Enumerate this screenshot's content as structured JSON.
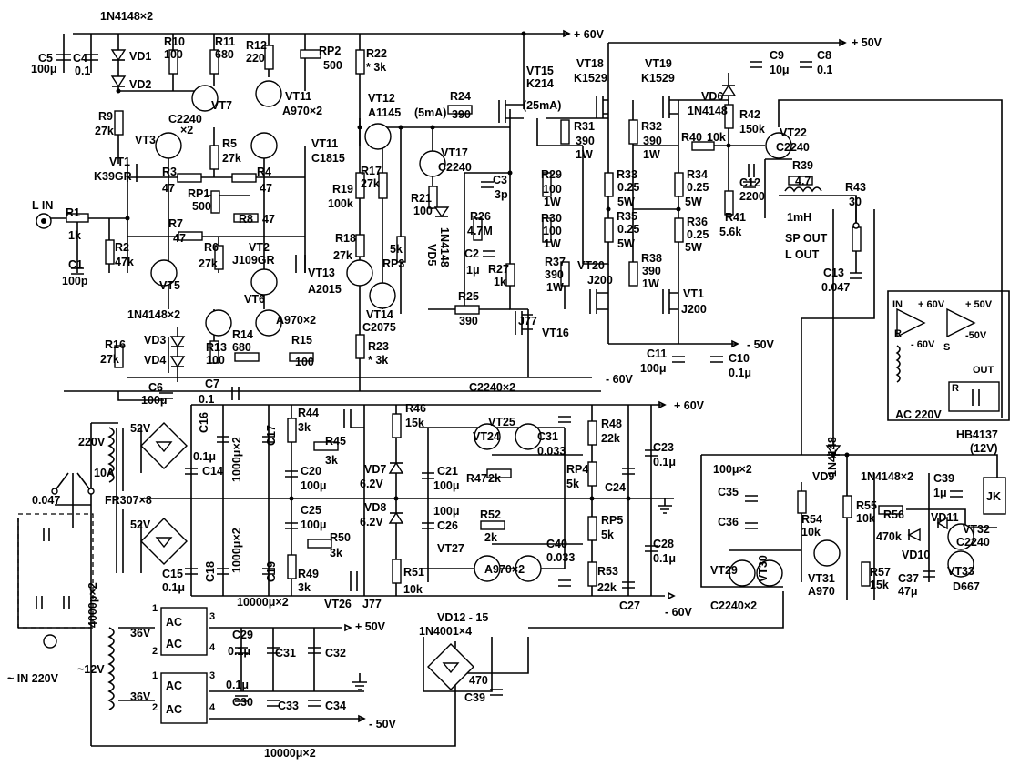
{
  "labels": {
    "d1n4148x2_top": "1N4148×2",
    "c5": "C5",
    "c5v": "100μ",
    "c4": "C4",
    "c4v": "0.1",
    "vd1": "VD1",
    "vd2": "VD2",
    "r10": "R10",
    "r10v": "100",
    "r11": "R11",
    "r11v": "680",
    "r12": "R12",
    "r12v": "220",
    "rp2": "RP2",
    "rp2v": "500",
    "r22": "R22",
    "r22v": "* 3k",
    "vt7": "VT7",
    "vt11": "VT11",
    "vt11v": "A970×2",
    "c2240x2": "C2240",
    "x2": "×2",
    "r9": "R9",
    "r9v": "27k",
    "vt3": "VT3",
    "vt1": "VT1",
    "vt1v": "K39GR",
    "r5": "R5",
    "r5v": "27k",
    "r3": "R3",
    "r3v": "47",
    "r4": "R4",
    "r4v": "47",
    "rp1": "RP1",
    "rp1v": "500",
    "lin": "L IN",
    "r1": "R1",
    "r1v": "1k",
    "r7": "R7",
    "r7v": "47",
    "r8": "R8",
    "r8v": "47",
    "r2": "R2",
    "r2v": "47k",
    "r6": "R6",
    "r6v": "27k",
    "vt2": "VT2",
    "vt2v": "J109GR",
    "c1": "C1",
    "c1v": "100p",
    "vt5": "VT5",
    "vt6": "VT6",
    "a970x2_l": "A970×2",
    "d1n4148x2_l": "1N4148×2",
    "r16": "R16",
    "r16v": "27k",
    "vd3": "VD3",
    "vd4": "VD4",
    "r13": "R13",
    "r13v": "100",
    "r14": "R14",
    "r14v": "680",
    "r15": "R15",
    "r15v": "100",
    "c6": "C6",
    "c6v": "100μ",
    "c7": "C7",
    "c7v": "0.1",
    "vt12": "VT12",
    "vt12v": "A1145",
    "ma5": "(5mA)",
    "vt11b": "VT11",
    "c1815": "C1815",
    "r19": "R19",
    "r19v": "100k",
    "r17": "R17",
    "r17v": "27k",
    "r18": "R18",
    "r18v": "27k",
    "vt13": "VT13",
    "vt13v": "A2015",
    "vt14": "VT14",
    "vt14v": "C2075",
    "r23": "R23",
    "r23v": "* 3k",
    "r24": "R24",
    "r24v": "390",
    "vt17": "VT17",
    "vt17v": "C2240",
    "r21": "R21",
    "r21v": "100",
    "k5": "5k",
    "rp3": "RP3",
    "vd5": "VD5",
    "d1n4148": "1N4148",
    "c3": "C3",
    "c3v": "3p",
    "r26": "R26",
    "r26v": "4.7M",
    "c2": "C2",
    "c2v": "1μ",
    "r27": "R27",
    "r27v": "1k",
    "r25": "R25",
    "r25v": "390",
    "vt16": "VT16",
    "j77": "J77",
    "vt15": "VT15",
    "k214": "K214",
    "ma25": "(25mA)",
    "p60v": "+ 60V",
    "vt18": "VT18",
    "k1529a": "K1529",
    "vt19": "VT19",
    "k1529b": "K1529",
    "r31": "R31",
    "r31v": "390",
    "r31w": "1W",
    "r32": "R32",
    "r32v": "390",
    "r32w": "1W",
    "r29": "R29",
    "r29v": "100",
    "r29w": "1W",
    "r30": "R30",
    "r30v": "100",
    "r30w": "1W",
    "r33": "R33",
    "r33v": "0.25",
    "r33w": "5W",
    "r35": "R35",
    "r35v": "0.25",
    "r35w": "5W",
    "r34": "R34",
    "r34v": "0.25",
    "r34w": "5W",
    "r36": "R36",
    "r36v": "0.25",
    "r36w": "5W",
    "r37": "R37",
    "r37v": "390",
    "r37w": "1W",
    "r38": "R38",
    "r38v": "390",
    "r38w": "1W",
    "vt20": "VT20",
    "j200a": "J200",
    "vtj": "VT1",
    "j200b": "J200",
    "c11": "C11",
    "c11v": "100μ",
    "c10": "C10",
    "c10v": "0.1μ",
    "m50v": "- 50V",
    "p50v": "+ 50V",
    "c9": "C9",
    "c9v": "10μ",
    "c8": "C8",
    "c8v": "0.1",
    "vd6": "VD6",
    "vd6v": "1N4148",
    "r42": "R42",
    "r42v": "150k",
    "r40": "R40",
    "r40v": "10k",
    "vt22": "VT22",
    "vt22v": "C2240",
    "r39": "R39",
    "r39v": "4.7",
    "c12": "C12",
    "c12v": "2200",
    "r43": "R43",
    "r43v": "30",
    "r41": "R41",
    "r41v": "5.6k",
    "mh1": "1mH",
    "spout": "SP OUT",
    "lout": "L OUT",
    "c13": "C13",
    "c13v": "0.047",
    "m60v": "- 60V",
    "c2240x2_mid": "C2240×2",
    "v52a": "52V",
    "v52b": "52V",
    "v220": "220V",
    "a10": "10A",
    "c047": "0.047",
    "fr307": "FR307×8",
    "c16": "C16",
    "c17": "C17",
    "c14": "C14",
    "c14v": "0.1μ",
    "u1000x2a": "1000μ×2",
    "c15": "C15",
    "c15v": "0.1μ",
    "c18": "C18",
    "c19": "C19",
    "u1000x2b": "1000μ×2",
    "r44": "R44",
    "r44v": "3k",
    "r45": "R45",
    "r45v": "3k",
    "c20": "C20",
    "c20v": "100μ",
    "c25": "C25",
    "c25v": "100μ",
    "r50": "R50",
    "r50v": "3k",
    "r49": "R49",
    "r49v": "3k",
    "vt26": "VT26",
    "j77b": "J77",
    "u10000x2a": "10000μ×2",
    "r46": "R46",
    "r46v": "15k",
    "vd7": "VD7",
    "vd7v": "6.2V",
    "vd8": "VD8",
    "vd8v": "6.2V",
    "c21": "C21",
    "c21v": "100μ",
    "c26": "C26",
    "c26v": "100μ",
    "r51": "R51",
    "r51v": "10k",
    "vt25": "VT25",
    "vt24": "VT24",
    "c31": "C31",
    "c31v": "0.033",
    "r47": "R47",
    "r47v": "2k",
    "r52": "R52",
    "r52v": "2k",
    "vt27": "VT27",
    "a970x2_m": "A970×2",
    "c40": "C40",
    "c40v": "0.033",
    "r48": "R48",
    "r48v": "22k",
    "rp4": "RP4",
    "rp4v": "5k",
    "rp5": "RP5",
    "rp5v": "5k",
    "r53": "R53",
    "r53v": "22k",
    "c23": "C23",
    "c23v": "0.1μ",
    "c24": "C24",
    "c28": "C28",
    "c28v": "0.1μ",
    "c27": "C27",
    "p60v_b": "+ 60V",
    "m60v_b": "- 60V",
    "vd1215": "VD12 - 15",
    "n4001": "1N4001×4",
    "c470": "470",
    "c39b": "C39",
    "v36a": "36V",
    "v36b": "36V",
    "ac1": "AC",
    "ac2": "AC",
    "ac3": "AC",
    "ac4": "AC",
    "c29": "C29",
    "c29v": "0.1μ",
    "c31b": "C31",
    "c32": "C32",
    "c30": "C30",
    "c30v": "0.1μ",
    "c33": "C33",
    "c34": "C34",
    "p50v_b": "+ 50V",
    "m50v_b": "- 50V",
    "u10000x2b": "10000μ×2",
    "m12v": "~12V",
    "in220": "~ IN 220V",
    "c4000": "4000p×2",
    "hb4137": "HB4137",
    "v12": "(12V)",
    "jk": "JK",
    "c35": "C35",
    "c36": "C36",
    "c3536v": "100μ×2",
    "vd9": "VD9",
    "vd9v": "1N4148",
    "r54": "R54",
    "r54v": "10k",
    "r55": "R55",
    "r55v": "10k",
    "d1n4148x2_r": "1N4148×2",
    "c39": "C39",
    "c39v": "1μ",
    "r56": "R56",
    "r56v": "470k",
    "vd10": "VD10",
    "vd11": "VD11",
    "vt29": "VT29",
    "vt30": "VT30",
    "vt31": "VT31",
    "vt31v": "A970",
    "r57": "R57",
    "r57v": "15k",
    "c37": "C37",
    "c37v": "47μ",
    "vt32": "VT32",
    "vt32v": "C2240",
    "vt33": "VT33",
    "vt33v": "D667",
    "c2240x2_r": "C2240×2",
    "inset_in": "IN",
    "inset_p60": "+ 60V",
    "inset_p50": "+ 50V",
    "inset_m60": "- 60V",
    "inset_m50": "-50V",
    "inset_out": "OUT",
    "inset_r": "R",
    "inset_s": "S",
    "inset_ac": "AC 220V"
  },
  "colors": {
    "ink": "#000000",
    "paper": "#ffffff"
  }
}
